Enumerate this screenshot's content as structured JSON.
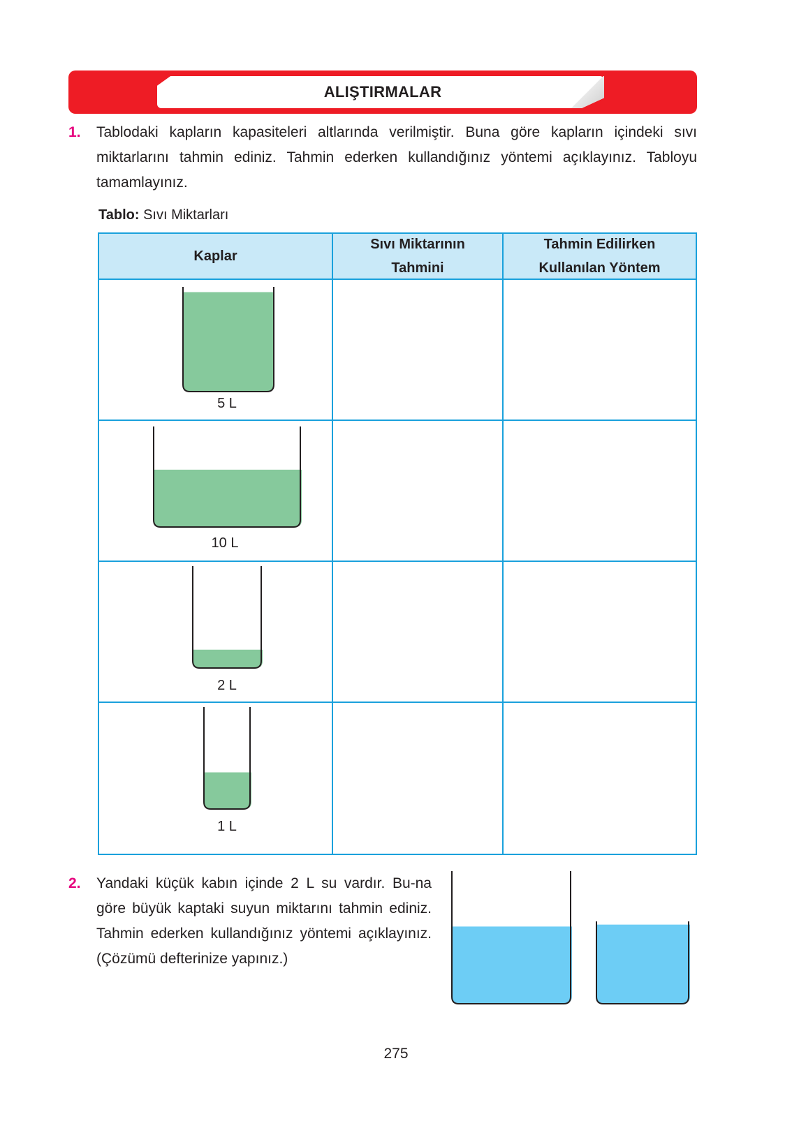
{
  "banner": {
    "title": "ALIŞTIRMALAR"
  },
  "question1": {
    "number": "1.",
    "text": "Tablodaki kapların kapasiteleri altlarında verilmiştir. Buna göre kapların içindeki sıvı miktarlarını tahmin ediniz. Tahmin ederken kullandığınız yöntemi açıklayınız. Tabloyu tamamlayınız."
  },
  "table": {
    "caption_label": "Tablo:",
    "caption_text": " Sıvı Miktarları",
    "headers": [
      "Kaplar",
      "Sıvı Miktarının Tahmini",
      "Tahmin Edilirken Kullanılan Yöntem"
    ],
    "rows": [
      {
        "capacity": "5 L",
        "fill_fraction": 0.95,
        "estimate": "",
        "method": ""
      },
      {
        "capacity": "10 L",
        "fill_fraction": 0.57,
        "estimate": "",
        "method": ""
      },
      {
        "capacity": "2 L",
        "fill_fraction": 0.18,
        "estimate": "",
        "method": ""
      },
      {
        "capacity": "1 L",
        "fill_fraction": 0.36,
        "estimate": "",
        "method": ""
      }
    ],
    "liquid_color": "#86c99c",
    "border_color": "#1aa1dc",
    "header_bg": "#c9e9f8"
  },
  "question2": {
    "number": "2.",
    "text": "Yandaki küçük kabın içinde 2 L su vardır. Bu-na göre büyük kaptaki suyun miktarını tahmin ediniz. Tahmin ederken kullandığınız yöntemi açıklayınız. (Çözümü defterinize yapınız.)",
    "liquid_color": "#6dcdf5",
    "big_fill_fraction": 0.58,
    "small_fill_fraction": 0.96
  },
  "page_number": "275",
  "colors": {
    "banner": "#ee1c25",
    "question_number": "#e6007e"
  }
}
